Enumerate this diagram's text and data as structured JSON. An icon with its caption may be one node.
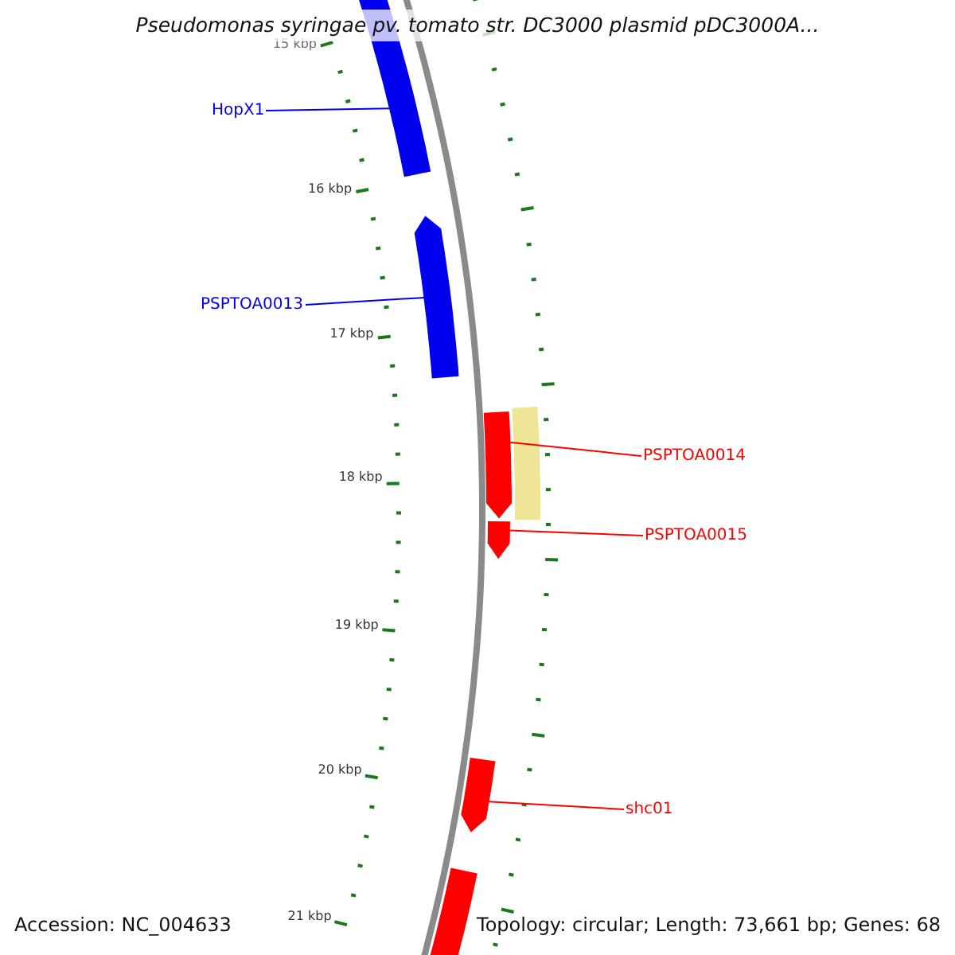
{
  "diagram": {
    "title": "Pseudomonas syringae pv. tomato str. DC3000 plasmid pDC3000A...",
    "nodes": [
      {
        "text": [
          "HopX1"
        ]
      },
      {
        "text": [],
        "shape": "arrow"
      },
      {
        "text": [
          "PSPTOA0013"
        ]
      },
      {
        "text": [],
        "shape": "arrow"
      },
      {
        "text": [],
        "shape": "arrow"
      },
      {
        "text": [],
        "shape": "bar"
      },
      {
        "text": [
          "PSPTOA0014"
        ]
      },
      {
        "text": [],
        "shape": "arrow"
      },
      {
        "text": [
          "PSPTOA0015"
        ]
      },
      {
        "text": [
          "shc01"
        ]
      },
      {
        "text": [],
        "shape": "arrow"
      },
      {
        "text": [],
        "shape": "arrow"
      }
    ],
    "edges": [
      {
        "from": 0,
        "to": 1,
        "arrow": "none",
        "color": "#0000ee"
      },
      {
        "from": 2,
        "to": 3,
        "arrow": "none",
        "color": "#0000ee"
      },
      {
        "from": 6,
        "to": 4,
        "arrow": "none"
      },
      {
        "from": 8,
        "to": 7,
        "arrow": "none"
      },
      {
        "from": 9,
        "to": 10,
        "arrow": "none"
      }
    ],
    "labels": [
      "15 kbp",
      "16 kbp",
      "17 kbp",
      "18 kbp",
      "19 kbp",
      "20 kbp",
      "21 kbp",
      "Accession: NC_004633",
      "Topology: circular; Length: 73,661 bp; Genes: 68"
    ]
  }
}
